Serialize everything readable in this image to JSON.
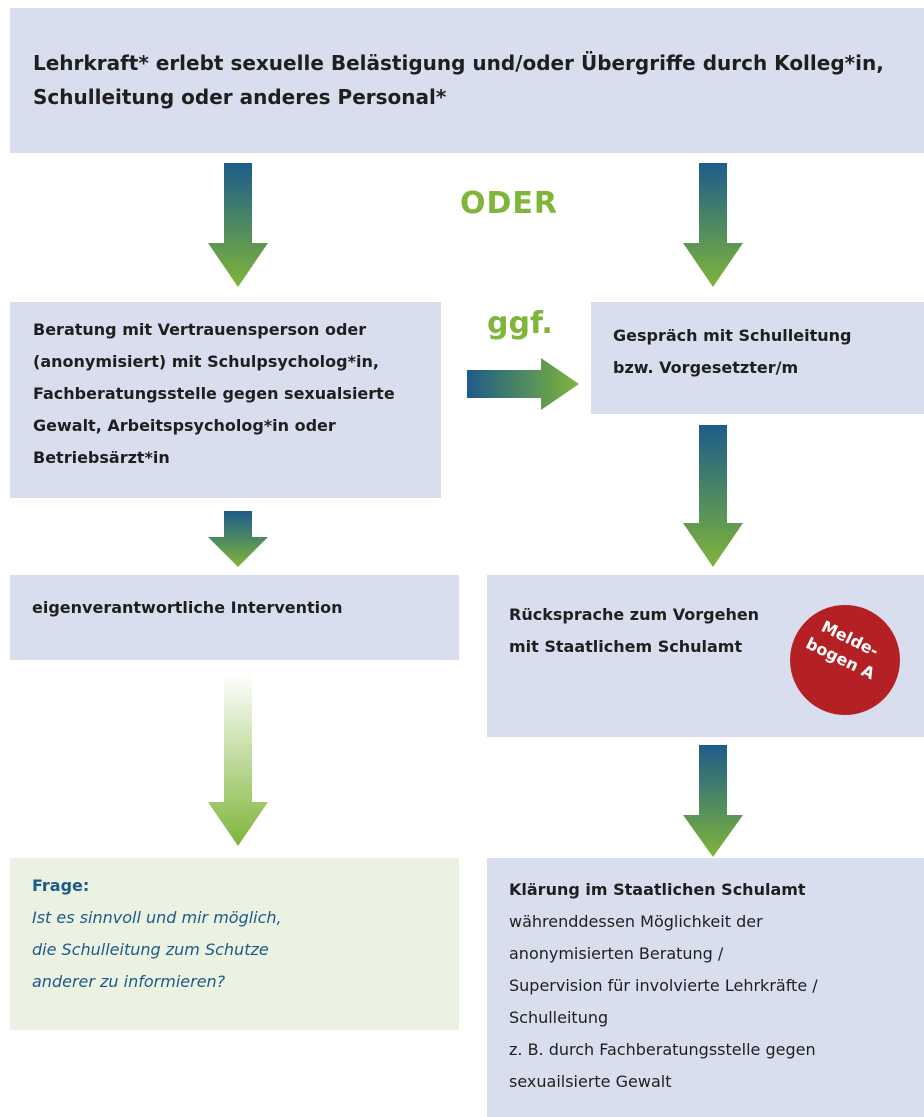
{
  "header": {
    "title_line1": "Lehrkraft* erlebt sexuelle Belästigung und/oder Übergriffe durch Kolleg*in,",
    "title_line2": "Schulleitung oder anderes Personal*"
  },
  "connectors": {
    "oder": "ODER",
    "ggf": "ggf."
  },
  "left": {
    "beratung": [
      "Beratung mit Vertrauensperson oder",
      "(anonymisiert) mit Schulpsycholog*in,",
      "Fachberatungsstelle gegen sexualsierte",
      "Gewalt, Arbeitspsycholog*in oder",
      "Betriebsärzt*in"
    ],
    "intervention": "eigenverantwortliche Intervention",
    "frage_title": "Frage:",
    "frage_text": [
      "Ist es sinnvoll und mir möglich,",
      "die Schulleitung zum Schutze",
      "anderer zu informieren?"
    ]
  },
  "right": {
    "gespraech": [
      "Gespräch mit Schulleitung",
      "bzw. Vorgesetzter/m"
    ],
    "ruecksprache": [
      "Rücksprache zum Vorgehen",
      "mit Staatlichem Schulamt"
    ],
    "badge": "Melde-\nbogen A",
    "klaerung_title": "Klärung im Staatlichen Schulamt",
    "klaerung_lines": [
      "währenddessen Möglichkeit der",
      "anonymisierten Beratung /",
      "Supervision für involvierte Lehrkräfte /",
      "Schulleitung",
      "z. B. durch Fachberatungsstelle gegen",
      "sexuailsierte Gewalt"
    ]
  },
  "colors": {
    "box": "#d9deee",
    "box_green": "#ecf2e1",
    "arrow_dark": "#1d5c8a",
    "arrow_light": "#7fb539",
    "accent_green": "#7fb539",
    "badge_red": "#b52024",
    "question_blue": "#1d5a8a"
  }
}
